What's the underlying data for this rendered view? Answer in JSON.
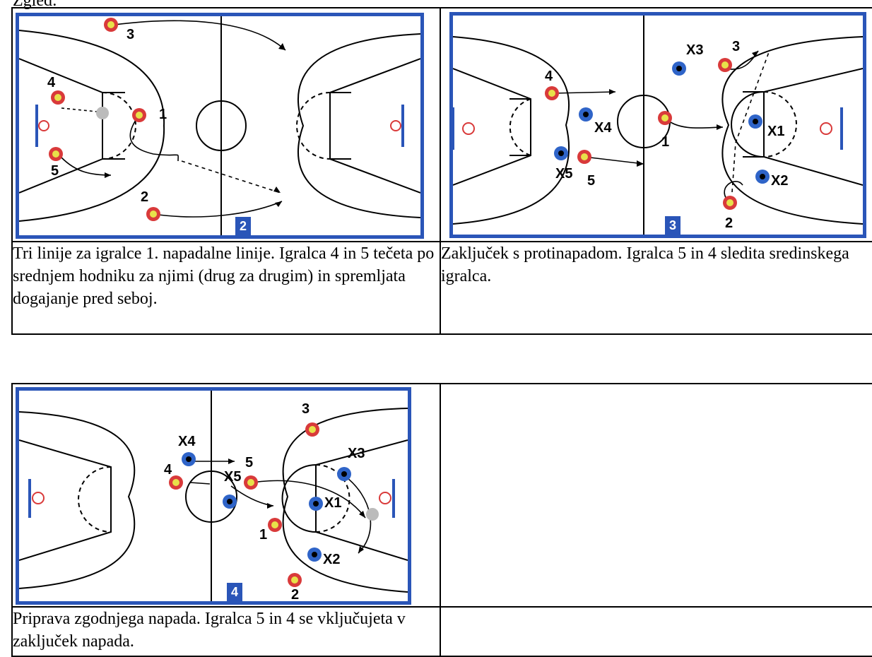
{
  "top_label": "Zgled:",
  "panels": [
    {
      "number": "2",
      "caption": "Tri linije za igralce 1. napadalne linije. Igralca 4 in 5 tečeta po srednjem hodniku za njimi (drug za drugim) in spremljata dogajanje pred seboj."
    },
    {
      "number": "3",
      "caption": "Zaključek s protinapadom. Igralca 5 in 4 sledita sredinskega igralca."
    },
    {
      "number": "4",
      "caption": "Priprava zgodnjega napada. Igralca 5 in 4 se vključujeta v zaključek napada."
    }
  ],
  "players": {
    "p2": [
      "3",
      "4",
      "1",
      "5",
      "2"
    ],
    "p3": [
      "4",
      "X4",
      "X3",
      "3",
      "X5",
      "5",
      "1",
      "X1",
      "X2",
      "2"
    ],
    "p4": [
      "3",
      "X4",
      "4",
      "X5",
      "5",
      "X3",
      "X1",
      "1",
      "X2",
      "2"
    ]
  },
  "colors": {
    "court_border": "#2a55b8",
    "offense": "#d93a3a",
    "defense": "#2f64c8",
    "ball": "#e8e14a"
  }
}
